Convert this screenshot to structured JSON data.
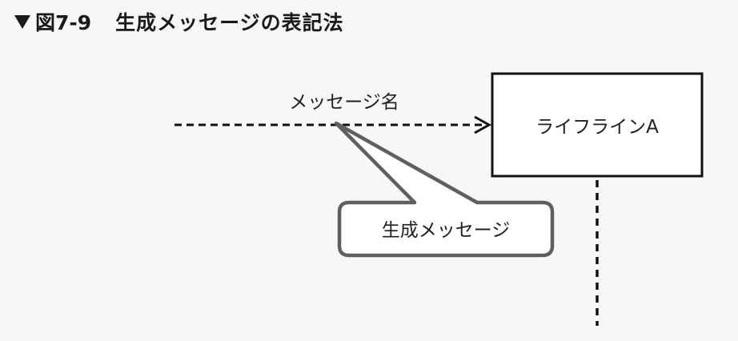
{
  "figure": {
    "label": "図7-9",
    "title": "生成メッセージの表記法"
  },
  "diagram": {
    "message_label": "メッセージ名",
    "lifeline_label": "ライフラインA",
    "callout_text": "生成メッセージ"
  }
}
